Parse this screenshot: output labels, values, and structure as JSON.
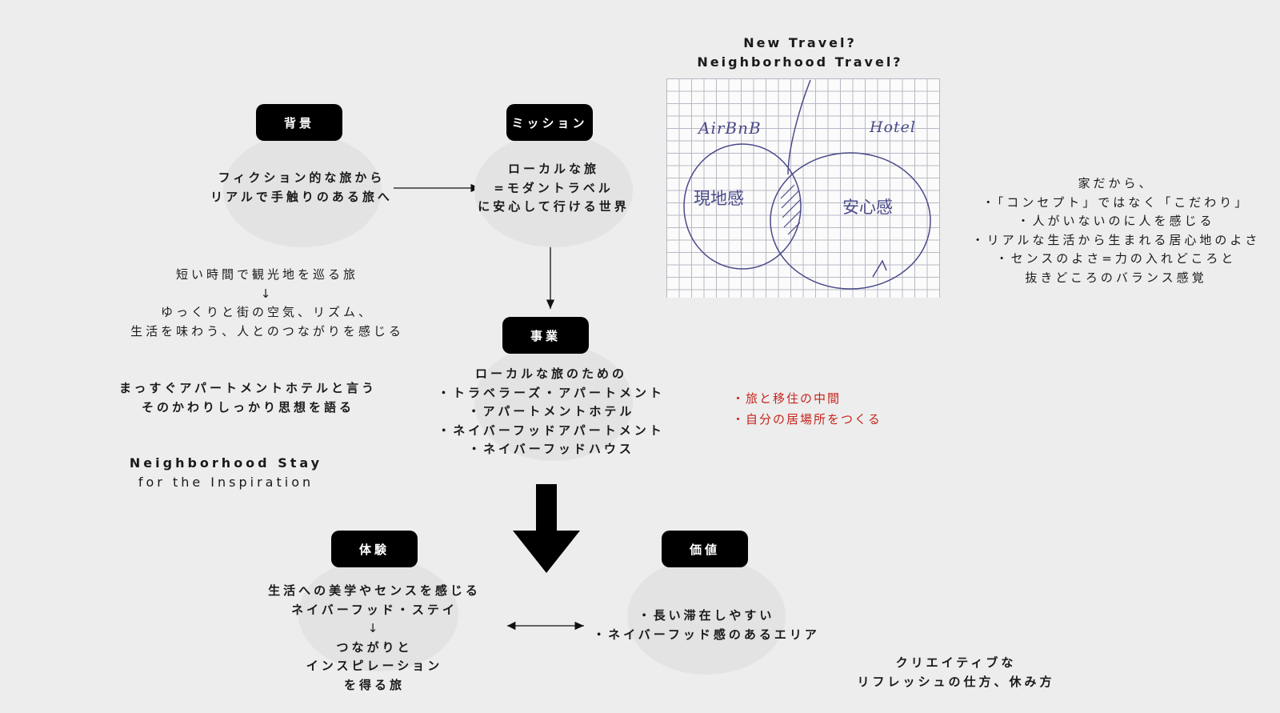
{
  "sketch": {
    "title": [
      "New Travel?",
      "Neighborhood Travel?"
    ],
    "left_label": "AirBnB",
    "right_label": "Hotel",
    "left_circle_text": "現地感",
    "right_circle_text": "安心感"
  },
  "background": {
    "label": "背景",
    "lines": [
      "フィクション的な旅から",
      "リアルで手触りのある旅へ"
    ]
  },
  "mission": {
    "label": "ミッション",
    "lines": [
      "ローカルな旅",
      "=モダントラベル",
      "に安心して行ける世界"
    ]
  },
  "business": {
    "label": "事業",
    "lines": [
      "ローカルな旅のための",
      "・トラベラーズ・アパートメント",
      "・アパートメントホテル",
      "・ネイバーフッドアパートメント",
      "・ネイバーフッドハウス"
    ]
  },
  "experience": {
    "label": "体験",
    "lines": [
      "生活への美学やセンスを感じる",
      "ネイバーフッド・ステイ",
      "↓",
      "つながりと",
      "インスピレーション",
      "を得る旅"
    ]
  },
  "value": {
    "label": "価値",
    "lines": [
      "・長い滞在しやすい",
      "・ネイバーフッド感のあるエリア"
    ]
  },
  "trip_note": [
    "短い時間で観光地を巡る旅",
    "↓",
    "ゆっくりと街の空気、リズム、",
    "生活を味わう、人とのつながりを感じる"
  ],
  "apartment_note": [
    "まっすぐアパートメントホテルと言う",
    "そのかわりしっかり思想を語る"
  ],
  "tagline": {
    "main": "Neighborhood Stay",
    "sub": "for the Inspiration"
  },
  "home_note": [
    "家だから、",
    "・「コンセプト」ではなく「こだわり」",
    "・人がいないのに人を感じる",
    "・リアルな生活から生まれる居心地のよさ",
    "・センスのよさ=力の入れどころと",
    "抜きどころのバランス感覚"
  ],
  "red_note": [
    "・旅と移住の中間",
    "・自分の居場所をつくる"
  ],
  "creative_note": [
    "クリエイティブな",
    "リフレッシュの仕方、休み方"
  ],
  "colors": {
    "accent_red": "#c4241b",
    "pill": "#000000",
    "blob": "#e3e3e3",
    "sketch_ink": "#4a4a8a"
  }
}
